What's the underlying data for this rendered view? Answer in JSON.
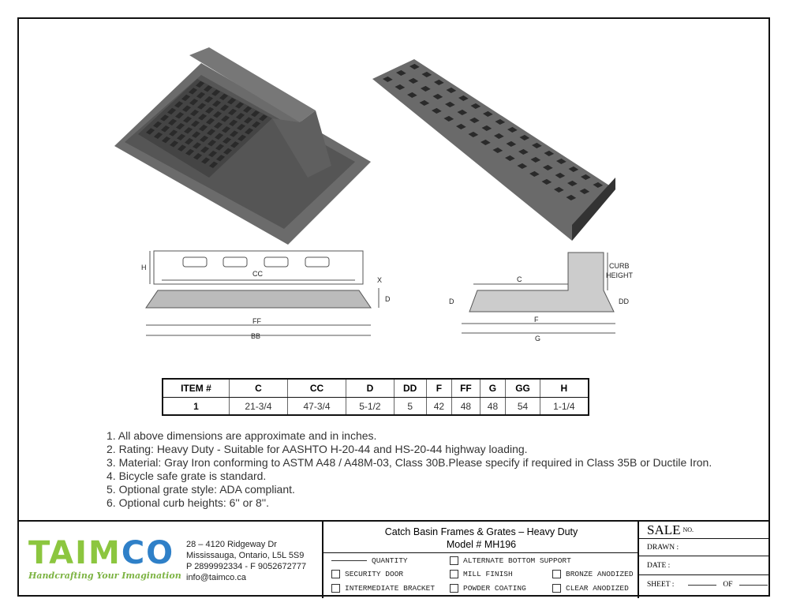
{
  "drawings": {
    "front_labels": {
      "h": "H",
      "cc": "CC",
      "x": "X",
      "d": "D",
      "ff": "FF",
      "bb": "BB"
    },
    "side_labels": {
      "c": "C",
      "curb_height_1": "CURB",
      "curb_height_2": "HEIGHT",
      "d": "D",
      "dd": "DD",
      "f": "F",
      "g": "G"
    }
  },
  "spec_table": {
    "headers": [
      "ITEM #",
      "C",
      "CC",
      "D",
      "DD",
      "F",
      "FF",
      "G",
      "GG",
      "H"
    ],
    "rows": [
      [
        "1",
        "21-3/4",
        "47-3/4",
        "5-1/2",
        "5",
        "42",
        "48",
        "48",
        "54",
        "1-1/4"
      ]
    ]
  },
  "notes": [
    "1. All above dimensions are approximate and in inches.",
    "2. Rating: Heavy Duty - Suitable for AASHTO H-20-44 and HS-20-44 highway loading.",
    "3. Material: Gray Iron conforming to ASTM A48 / A48M-03, Class 30B.Please specify if required in Class 35B or Ductile Iron.",
    "4. Bicycle safe grate is standard.",
    "5. Optional grate style: ADA compliant.",
    "6. Optional curb heights: 6'' or 8''."
  ],
  "footer": {
    "logo": {
      "text_green": "TAIM",
      "text_blue": "CO",
      "tagline": "Handcrafting Your Imagination",
      "green": "#8cc63f",
      "blue": "#2f80c8"
    },
    "address": [
      "28 – 4120 Ridgeway Dr",
      "Mississauga, Ontario, L5L 5S9",
      "P 2899992334 - F 9052672777",
      "info@taimco.ca"
    ],
    "title": "Catch Basin Frames & Grates – Heavy Duty",
    "model": "Model # MH196",
    "quantity": "QUANTITY",
    "options": [
      "ALTERNATE BOTTOM SUPPORT",
      "SECURITY DOOR",
      "MILL FINISH",
      "BRONZE ANODIZED",
      "INTERMEDIATE BRACKET",
      "POWDER COATING",
      "CLEAR ANODIZED"
    ],
    "sale": "SALE",
    "sale_no": "NO.",
    "drawn": "DRAWN :",
    "date": "DATE :",
    "sheet": "SHEET :",
    "of": "OF"
  }
}
